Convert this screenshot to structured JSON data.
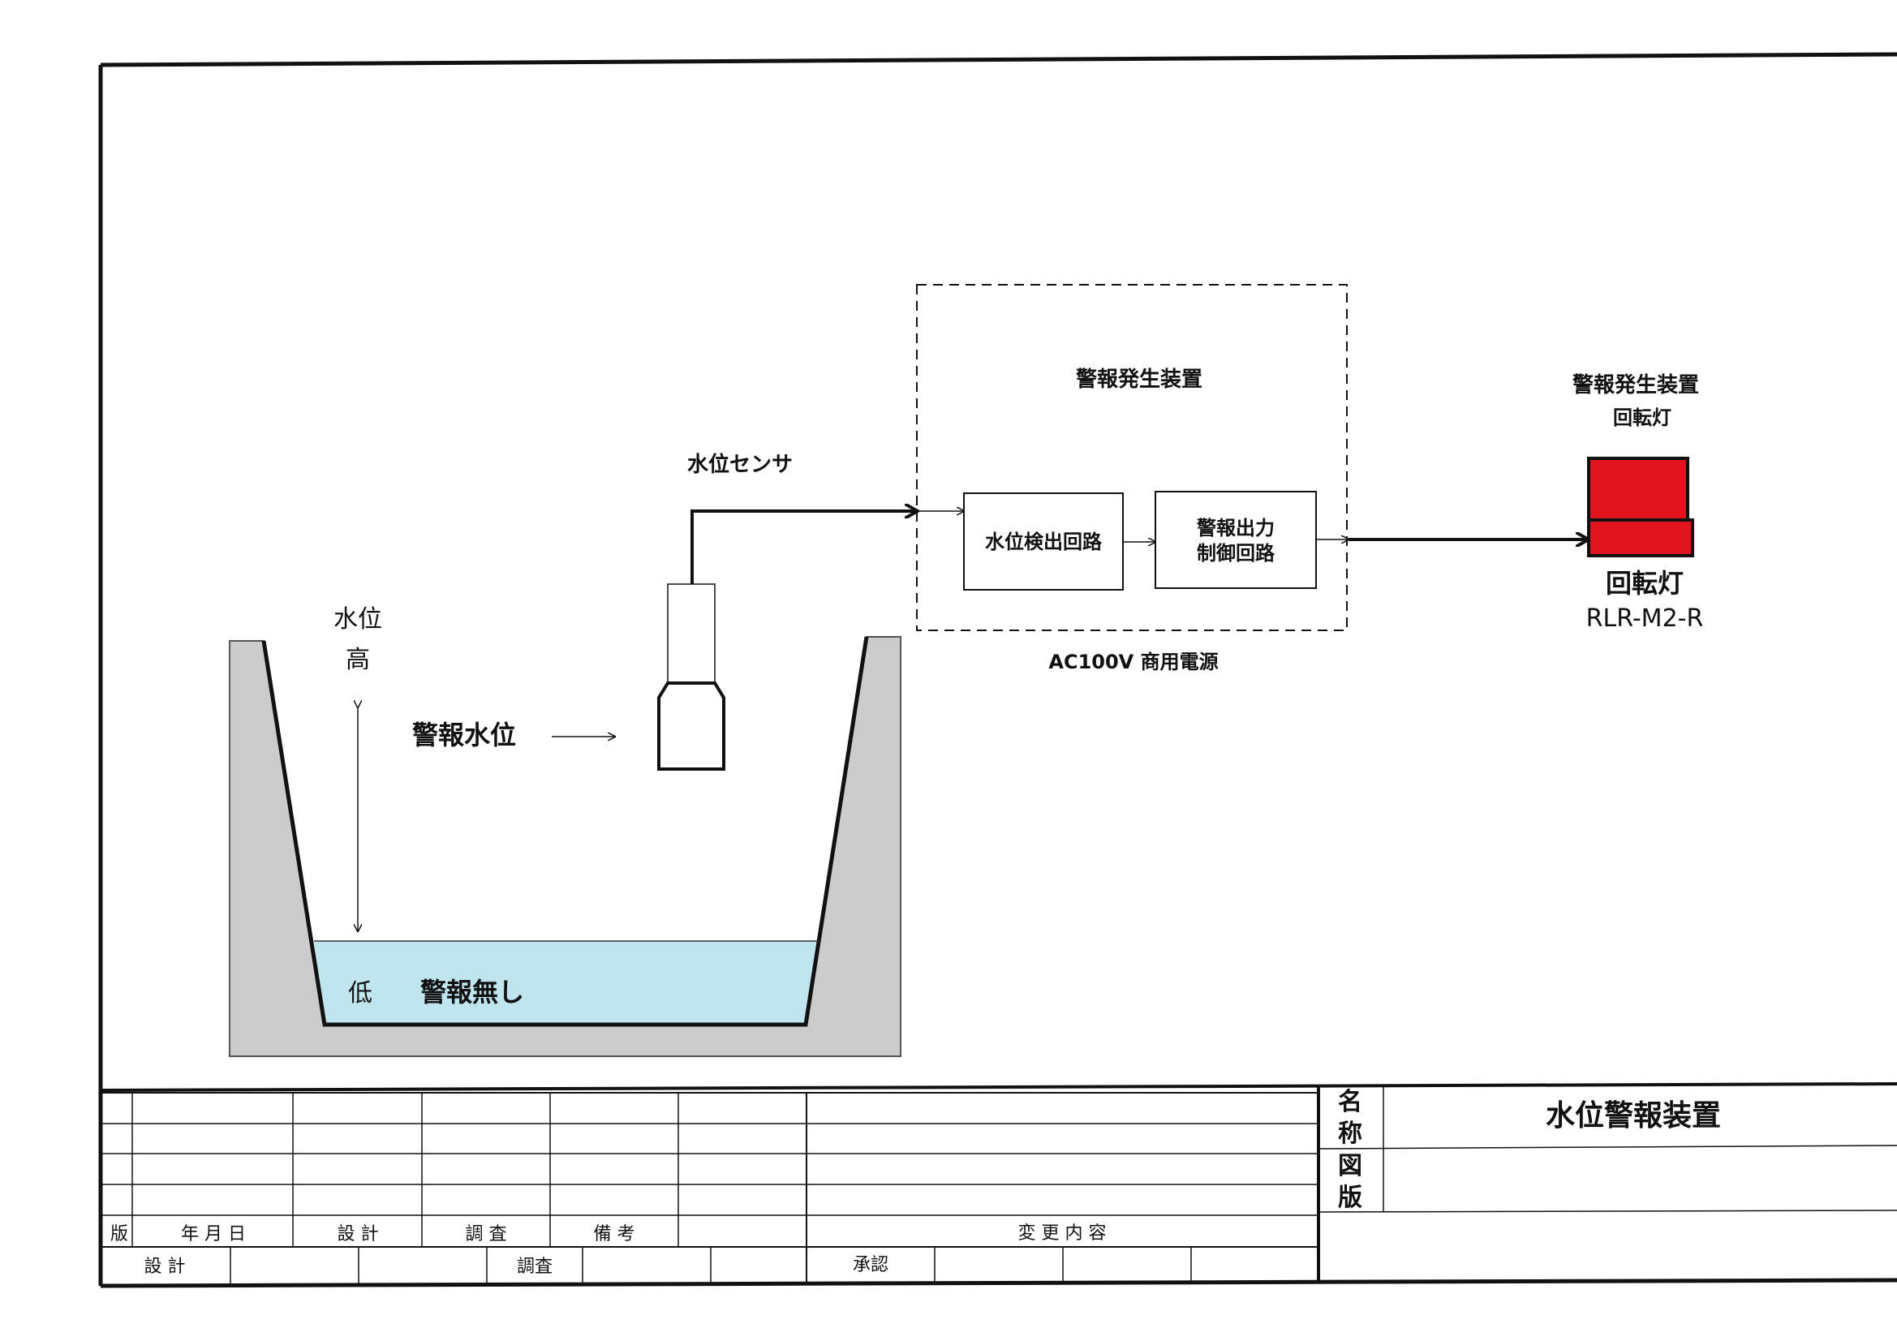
{
  "diagram": {
    "sensor_label": "水位センサ",
    "level_label_top": "水位",
    "level_label_high": "高",
    "alarm_level_label": "警報水位",
    "low_label": "低",
    "no_alarm_label": "警報無し",
    "device_title": "警報発生装置",
    "detect_circuit": "水位検出回路",
    "output_circuit_line1": "警報出力",
    "output_circuit_line2": "制御回路",
    "power_label": "AC100V 商用電源",
    "lamp_group_title": "警報発生装置",
    "lamp_group_sub": "回転灯",
    "lamp_name": "回転灯",
    "lamp_model": "RLR-M2-R",
    "colors": {
      "water": "#bfe6ef",
      "concrete": "#cccccc",
      "lamp": "#e0141e"
    }
  },
  "title_block": {
    "name_label_chars": [
      "名",
      "称"
    ],
    "drawing_label_chars": [
      "図",
      "版"
    ],
    "title": "水位警報装置",
    "revision_headers": [
      "版",
      "年 月 日",
      "設 計",
      "調 査",
      "備 考",
      "変 更 内 容"
    ],
    "sign_row": [
      "設 計",
      "調査",
      "承認"
    ]
  }
}
